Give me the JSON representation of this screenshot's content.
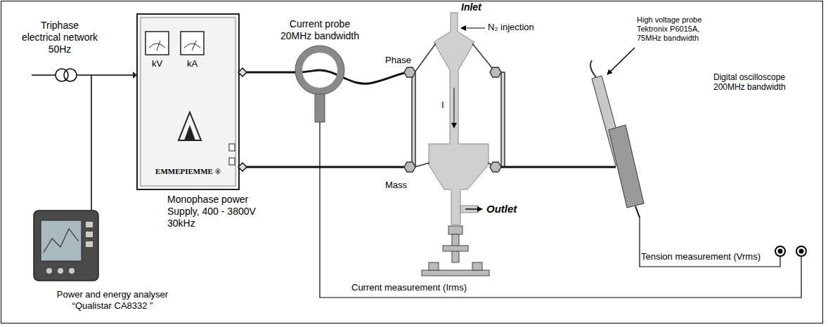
{
  "diagram": {
    "nodes": [
      {
        "text": [
          "kV",
          "kA",
          "EMMEPIEMME ®"
        ]
      }
    ],
    "labels": [
      "Triphase electrical network 50Hz",
      "Monophase power Supply, 400 - 3800V 30kHz",
      "Power and energy analyser “Qualistar CA8332 ”",
      "Current probe 20MHz bandwidth",
      "Inlet",
      "N₂ injection",
      "Phase",
      "Mass",
      "I",
      "Outlet",
      "High voltage probe Tektronix P6015A, 75MHz bandwidth",
      "Digital oscilloscope 200MHz bandwidth",
      "Tension measurement (Vrms)",
      "Current measurement (Irms)"
    ]
  }
}
